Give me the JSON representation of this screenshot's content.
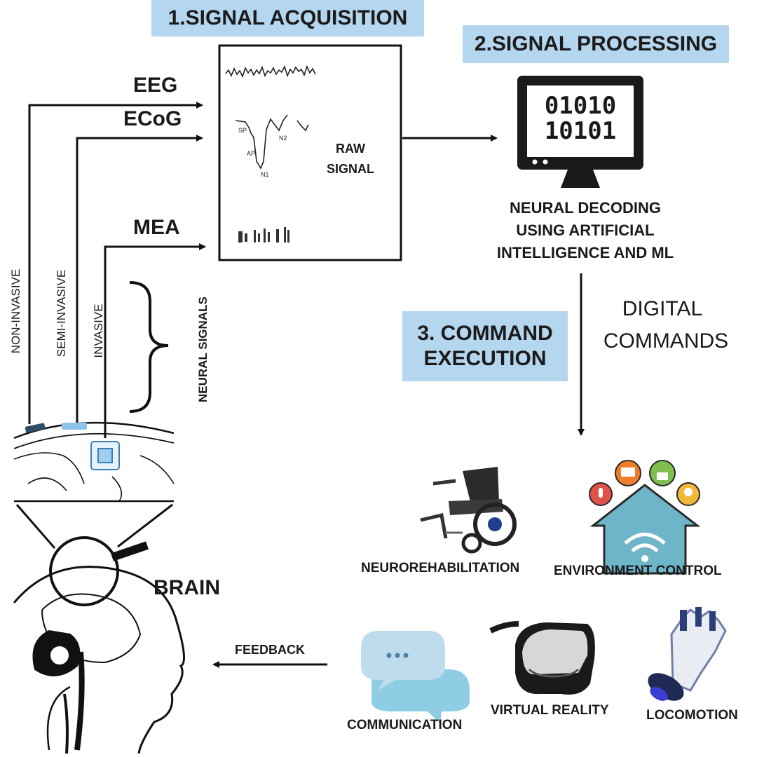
{
  "steps": {
    "acquisition": "1.SIGNAL ACQUISITION",
    "processing": "2.SIGNAL PROCESSING",
    "execution": "3. COMMAND EXECUTION"
  },
  "signals": {
    "eeg": "EEG",
    "ecog": "ECoG",
    "mea": "MEA"
  },
  "raw_panel": {
    "label": "RAW SIGNAL",
    "waveform_labels": {
      "sp": "SP",
      "ap": "AP",
      "n1": "N1",
      "n2": "N2"
    }
  },
  "monitor": {
    "line1": "01010",
    "line2": "10101"
  },
  "decoding": {
    "line1": "NEURAL DECODING",
    "line2": "USING ARTIFICIAL",
    "line3": "INTELLIGENCE AND ML"
  },
  "digital_commands": {
    "line1": "DIGITAL",
    "line2": "COMMANDS"
  },
  "invasiveness": {
    "non_invasive": "NON-INVASIVE",
    "semi_invasive": "SEMI-INVASIVE",
    "invasive": "INVASIVE"
  },
  "neural_signals": "NEURAL SIGNALS",
  "brain": "BRAIN",
  "feedback": "FEEDBACK",
  "applications": {
    "neurorehab": "NEUROREHABILITATION",
    "environment": "ENVIRONMENT CONTROL",
    "communication": "COMMUNICATION",
    "vr": "VIRTUAL REALITY",
    "locomotion": "LOCOMOTION"
  },
  "colors": {
    "step_bg": "#b5d6ef",
    "house": "#6fb5c9",
    "bubble": "#a8d5e8"
  }
}
